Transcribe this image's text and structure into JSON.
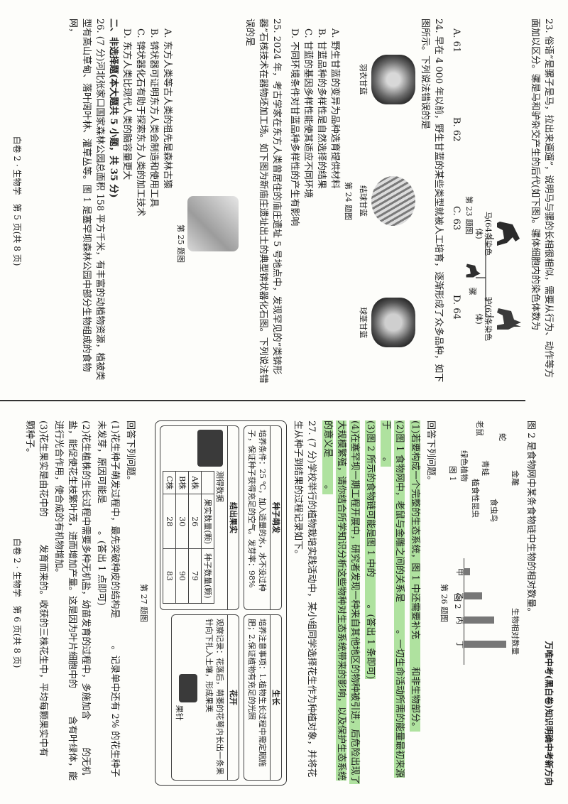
{
  "page5": {
    "q23": {
      "text": "23. 俗语“是骡子是马，拉出来遛遛”，说明马与骡的长相很相似，需要从行为、动作等方面加以区分。骡是马和驴杂交产生的后代(如下图)。骡体细胞内的染色体数为",
      "parens": "(　　)",
      "horse": "马(64条染色体)",
      "donkey": "驴(62条染色体)",
      "mule": "骡",
      "caption": "第 23 题图",
      "options": [
        "A. 61",
        "B. 62",
        "C. 63",
        "D. 64"
      ]
    },
    "q24": {
      "text": "24. 早在 4 000 年以前，野生甘蓝的某些类型就被人工培育，逐渐形成了众多品种，如下图所示。下列说法错误的是",
      "parens": "(　　)",
      "cabbages": [
        "羽衣甘蓝",
        "结球甘蓝",
        "球茎甘蓝"
      ],
      "caption": "第 24 题图",
      "options": [
        "A. 野生甘蓝的变异为品种选育提供材料",
        "B. 甘蓝品种的多样性是自然选择的结果",
        "C. 甘蓝的基因多样性能使其适应不同环境",
        "D. 不同环境条件对甘蓝品种多样性的产生有影响"
      ]
    },
    "q25": {
      "text": "25. 2024 年，考古学家在东方人类曾居住的庙庄遗址 5 号地点中，发现罕见的“类锛形器”石核技术在器物坯加工场。如下图为新庙庄遗址出土的典型锛状器化石图。下列说法错误的是",
      "parens": "(　　)",
      "caption": "第 25 题图",
      "options": [
        "A. 东方人类等古人类的祖先是森林古猿",
        "B. 锛状器可证明东方人类会制造和使用工具",
        "C. 锛状器化石有助于探索东方人类的加工技术",
        "D. 东方人类比现代人类的脑容量更大"
      ]
    },
    "section2": "二、非选择题(本大题共 5 小题，共 35 分)",
    "q26_intro": "26. (7 分)河北张家口国家森林公园总面积 158 平方千米，有丰富的动植物资源，植被类型有高山草甸、落叶阔叶林、灌草丛等。图 1 是塞罕坝森林公园中部分生物组成的食物网，",
    "footer": "白卷 2 · 生物学　第 5 页(共 8 页)"
  },
  "page6": {
    "header": "万唯中考(黑白卷)知识明确中考新方向",
    "q26_cont": "图 2 是食物网中某条食物链中生物的相对数量。",
    "web_nodes": [
      "金雕",
      "蛇",
      "食虫鸟",
      "老鼠",
      "青蛙",
      "植食性昆虫",
      "绿色植物"
    ],
    "fig1_label": "图 1",
    "fig2_label": "图 2",
    "fig2_ylabel": "生物相对数量",
    "fig2_bars": [
      {
        "name": "甲",
        "value": 1
      },
      {
        "name": "乙",
        "value": 3
      },
      {
        "name": "丙",
        "value": 5
      },
      {
        "name": "丁",
        "value": 7
      }
    ],
    "fig_caption": "第 26 题图",
    "q26_sub": [
      "回答下列问题。",
      "(1)若要构成一个完整的生态系统，图 1 中还需要补充　　　和非生物部分。",
      "(2)图 1 食物网中，老鼠与金雕之间的关系是　　　。一切生命活动所需的能量最初来源于　　　。",
      "(3)图 2 所示的食物链可能是图 1 中的　　　。(答出 1 条即可)",
      "(4)在塞罕坝一期工程开展中，研究者发现一种来自其他地区的物种被引进，后危险出现了大规模繁殖，请你结合所学知识分析这些物种对生态系统带来的影响，以及保护生态系统的意义是　　　。"
    ],
    "q27_intro": "27. (7 分)学校举行的植物栽培实践活动中，某小组同学选择花生作为种植对象，并将花生从种子到结果的过程记录如下。",
    "card1": {
      "title": "种子萌发",
      "body": "培养条件：25 ℃，加入适量的水，水不没过种子，保证种子获得充足的空气。发芽率：98%"
    },
    "card2": {
      "title": "结出果实",
      "table_title": "测得数据",
      "cols": [
        "",
        "果实数量(颗)",
        "种子数量(颗)"
      ],
      "rows": [
        [
          "A株",
          "26",
          "79"
        ],
        [
          "B株",
          "30",
          "90"
        ],
        [
          "C株",
          "28",
          "83"
        ]
      ]
    },
    "card3": {
      "title": "生长",
      "body": "培养注意事项：1.植物生长过程中需定期施肥；2.保证植物有充足的光照"
    },
    "card4": {
      "title": "花开",
      "body": "观察记录：花落后，萌萎的花萼内长出一条果针向下扎入土壤，形成果荚",
      "sub": "果针"
    },
    "fig27_caption": "第 27 题图",
    "q27_sub": [
      "回答下列问题。",
      "(1)花生种子萌发过程中，最先突破种皮的结构是　　　。记录单中还有 2% 的花生种子未发芽，原因可能是　　　。(答出 1 点即可)",
      "(2)花生植株的生长过程中需要多种无机盐，幼苗发育的过程中，多施加含　　　的无机盐，能促使花生枝繁叶茂，进而增加产量。这是因为叶片细胞中的　　　含有叶绿体，能进行光合作用，使合成的有机物增加。",
      "(3)花生果实是由花中的　　　发育而来的。收获的三株花生中，平均每颗果实中有　　　颗种子。"
    ],
    "footer": "白卷 2 · 生物学　第 6 页(共 8 页)"
  },
  "colors": {
    "highlight": "#70cc54",
    "ink": "#1e1e1e"
  }
}
